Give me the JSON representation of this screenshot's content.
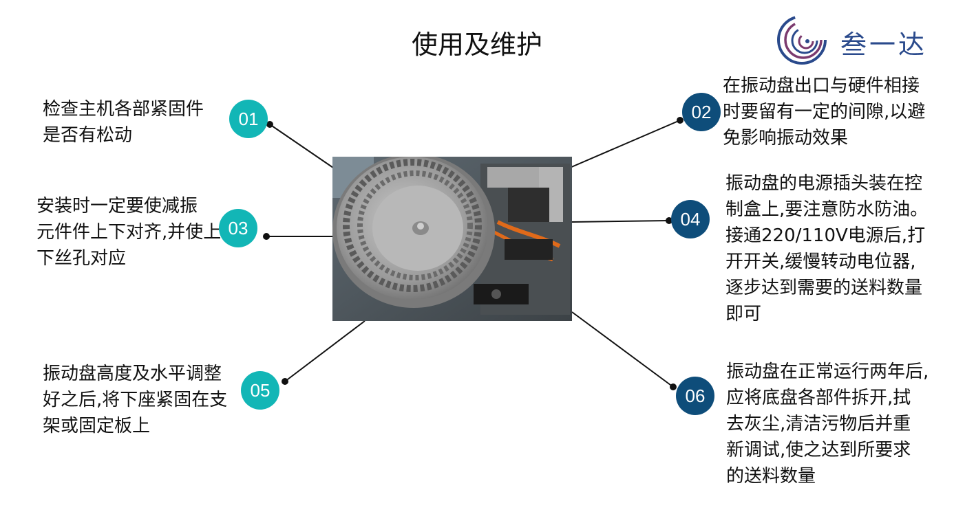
{
  "title": "使用及维护",
  "logo": {
    "brand": "叁一达",
    "icon": "spiral-logo-icon"
  },
  "colors": {
    "teal": "#12b6b6",
    "navy": "#0e4d7a",
    "brand": "#2a4a8c"
  },
  "items": [
    {
      "num": "01",
      "lines": [
        "检查主机各部紧固件",
        "是否有松动"
      ]
    },
    {
      "num": "02",
      "lines": [
        "在振动盘出口与硬件相接",
        "时要留有一定的间隙,以避",
        "免影响振动效果"
      ]
    },
    {
      "num": "03",
      "lines": [
        "安装时一定要使减振",
        "元件件上下对齐,并使上",
        "下丝孔对应"
      ]
    },
    {
      "num": "04",
      "lines": [
        "振动盘的电源插头装在控",
        "制盒上,要注意防水防油。",
        "接通220/110V电源后,打",
        "开开关,缓慢转动电位器,",
        "逐步达到需要的送料数量",
        "即可"
      ]
    },
    {
      "num": "05",
      "lines": [
        "振动盘高度及水平调整",
        "好之后,将下座紧固在支",
        "架或固定板上"
      ]
    },
    {
      "num": "06",
      "lines": [
        "振动盘在正常运行两年后,",
        "应将底盘各部件拆开,拭",
        "去灰尘,清洁污物后并重",
        "新调试,使之达到所要求",
        "的送料数量"
      ]
    }
  ]
}
